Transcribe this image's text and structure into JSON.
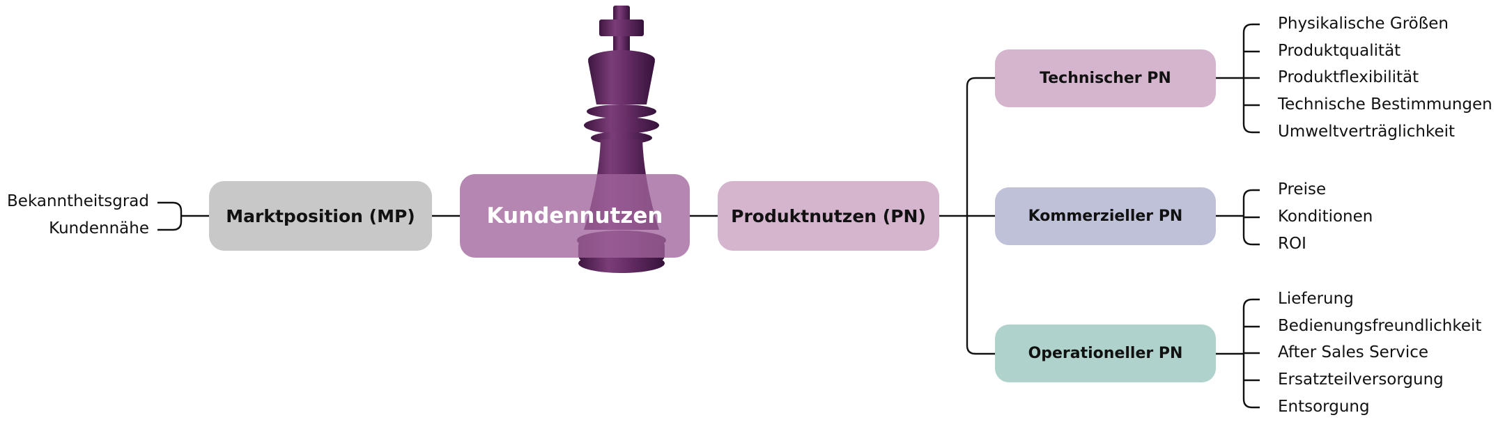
{
  "center": {
    "label": "Kundennutzen"
  },
  "left": {
    "node": {
      "label": "Marktposition (MP)"
    },
    "leaves": [
      "Bekanntheitsgrad",
      "Kundennähe"
    ]
  },
  "right": {
    "node": {
      "label": "Produktnutzen (PN)"
    },
    "branches": [
      {
        "label": "Technischer PN",
        "leaves": [
          "Physikalische Größen",
          "Produktqualität",
          "Produktflexibilität",
          "Technische Bestimmungen",
          "Umweltverträglichkeit"
        ]
      },
      {
        "label": "Kommerzieller PN",
        "leaves": [
          "Preise",
          "Konditionen",
          "ROI"
        ]
      },
      {
        "label": "Operationeller PN",
        "leaves": [
          "Lieferung",
          "Bedienungsfreundlichkeit",
          "After Sales Service",
          "Ersatzteilversorgung",
          "Entsorgung"
        ]
      }
    ]
  },
  "image": {
    "icon": "chess-king-icon"
  },
  "colors": {
    "marktposition": "#c8c8c8",
    "kundennutzen": "#b48ab0",
    "produktnutzen": "#d4b5cd",
    "technischer": "#d4b5cd",
    "kommerzieller": "#bec1d8",
    "operationeller": "#afd3cc",
    "chess_piece": "#5e2a5e",
    "connector": "#111111"
  }
}
